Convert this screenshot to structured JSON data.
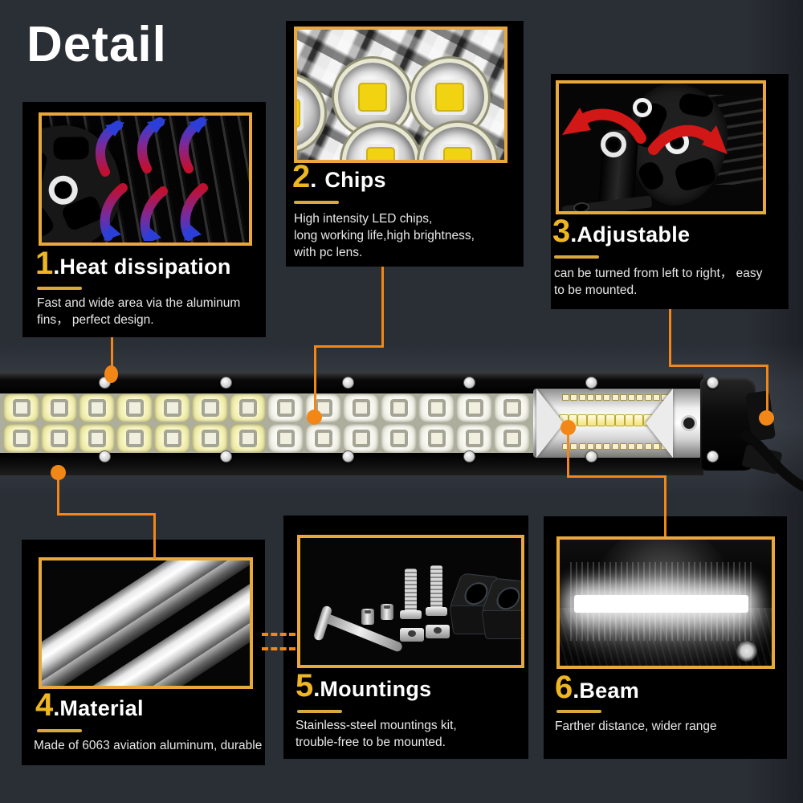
{
  "page": {
    "title": "Detail",
    "colors": {
      "bg": "#2a2e35",
      "panel": "#000000",
      "border": "#e8a83c",
      "connector": "#f28718",
      "number": "#edb622",
      "underline": "#d9a93c",
      "heading": "#ffffff",
      "body": "#e8e8e8"
    }
  },
  "sections": [
    {
      "num": "1",
      "dot": ".",
      "title": "Heat dissipation",
      "body_lines": [
        "Fast and wide area via the aluminum",
        "fins， perfect design."
      ]
    },
    {
      "num": "2",
      "dot": ".",
      "title": "Chips",
      "body_lines": [
        "High intensity LED chips,",
        "long working life,high brightness,",
        "with pc lens."
      ]
    },
    {
      "num": "3",
      "dot": ".",
      "title": "Adjustable",
      "body_lines": [
        "can be turned from left to right， easy",
        "to be mounted."
      ]
    },
    {
      "num": "4",
      "dot": ".",
      "title": "Material",
      "body_lines": [
        "Made of 6063 aviation aluminum, durable"
      ]
    },
    {
      "num": "5",
      "dot": ".",
      "title": "Mountings",
      "body_lines": [
        "Stainless-steel mountings kit,",
        "trouble-free to be mounted."
      ]
    },
    {
      "num": "6",
      "dot": ".",
      "title": "Beam",
      "body_lines": [
        "Farther distance, wider range"
      ]
    }
  ],
  "lightbar": {
    "main_led_columns": 14,
    "main_led_rows": 2,
    "warm_columns": 7,
    "screw_count": 6,
    "side_top_leds": 13,
    "side_mid_leds": 12,
    "side_bottom_leds": 13
  }
}
